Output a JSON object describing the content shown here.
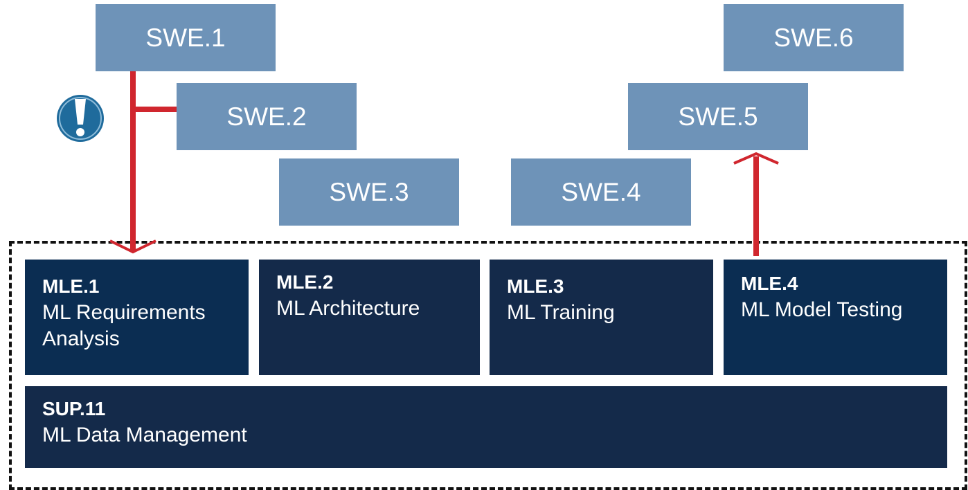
{
  "swe_boxes": [
    {
      "id": "swe1",
      "label": "SWE.1"
    },
    {
      "id": "swe2",
      "label": "SWE.2"
    },
    {
      "id": "swe3",
      "label": "SWE.3"
    },
    {
      "id": "swe4",
      "label": "SWE.4"
    },
    {
      "id": "swe5",
      "label": "SWE.5"
    },
    {
      "id": "swe6",
      "label": "SWE.6"
    }
  ],
  "mle_boxes": [
    {
      "code": "MLE.1",
      "title": "ML Requirements Analysis"
    },
    {
      "code": "MLE.2",
      "title": "ML Architecture"
    },
    {
      "code": "MLE.3",
      "title": "ML Training"
    },
    {
      "code": "MLE.4",
      "title": "ML Model Testing"
    }
  ],
  "sup": {
    "code": "SUP.11",
    "title": "ML Data Management"
  },
  "icons": {
    "alert": "exclamation-icon"
  },
  "colors": {
    "swe_fill": "#6e93b8",
    "mle_fill": "#142a4a",
    "arrow": "#d0262e",
    "alert_fill": "#1f6b9c"
  }
}
